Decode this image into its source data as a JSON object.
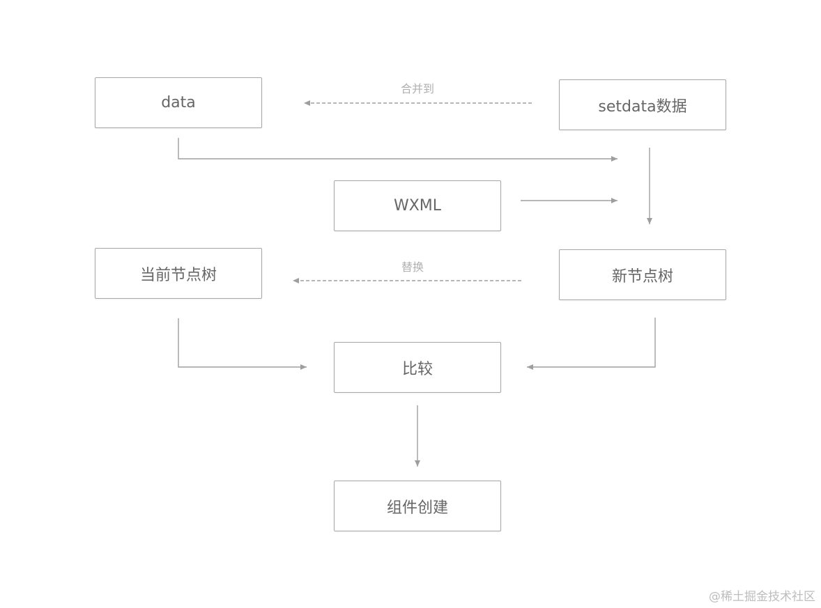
{
  "nodes": {
    "data": "data",
    "setdata": "setdata数据",
    "wxml": "WXML",
    "current_tree": "当前节点树",
    "new_tree": "新节点树",
    "compare": "比较",
    "create": "组件创建"
  },
  "edge_labels": {
    "merge_into": "合并到",
    "replace": "替换"
  },
  "watermark": "@稀土掘金技术社区",
  "colors": {
    "line": "#9e9e9e",
    "node_border": "#a6a6a6",
    "text": "#666666",
    "label_text": "#b0b0b0"
  }
}
